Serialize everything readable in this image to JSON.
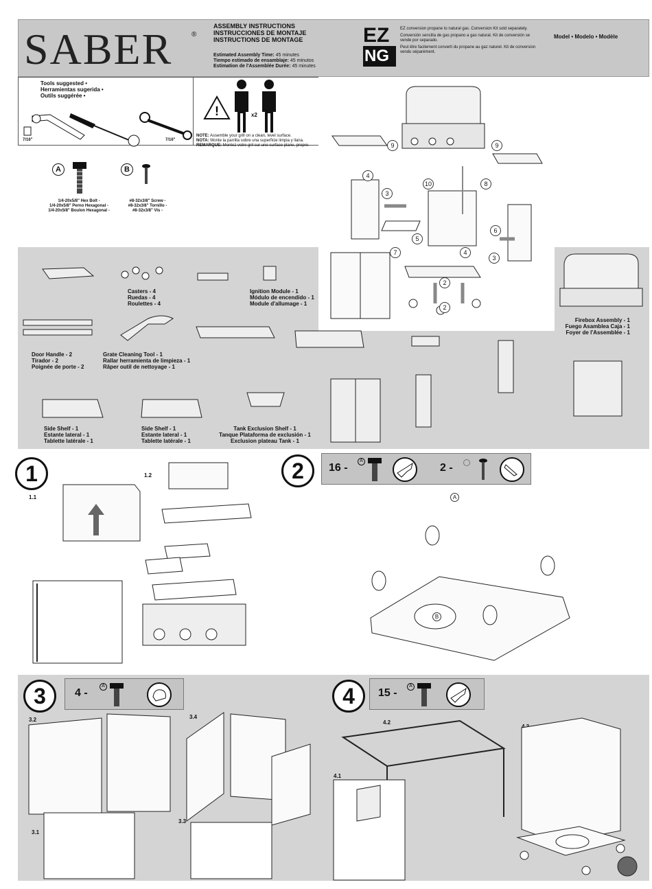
{
  "header": {
    "brand": "SABER",
    "registered_mark": "®",
    "title_lines": [
      "ASSEMBLY INSTRUCTIONS",
      "INSTRUCCIONES DE MONTAJE",
      "INSTRUCTIONS DE MONTAGE"
    ],
    "time_lines": [
      {
        "label": "Estimated Assembly Time:",
        "value": " 45 minutes"
      },
      {
        "label": "Tiempo estimado de ensamblaje:",
        "value": " 45 minutos"
      },
      {
        "label": "Estimation de l'Assemblée Durée:",
        "value": " 45 minutes"
      }
    ],
    "ez_logo_top": "EZ",
    "ez_logo_bottom": "NG",
    "conversion_notes": [
      "EZ conversion propane to natural gas. Conversion Kit sold separately.",
      "Conversión sencilla de gas propano a gas natural. Kit de conversión se vende por separado.",
      "Peut être facilement converti du propane au gaz naturel. Kit de conversion vendu séparément."
    ],
    "model_label": "Model • Modelo • Modèle"
  },
  "tools": {
    "lines": [
      "Tools suggested •",
      "Herramientas sugerida •",
      "Outils suggérée •"
    ],
    "socket_size": "7/16\"",
    "wrench_size": "7/16\""
  },
  "people_multiplier": "x2",
  "note": {
    "en_label": "NOTE:",
    "en": " Assemble your grill on a clean, level surface.",
    "es_label": "NOTA:",
    "es": " Monte la parrilla sobre una superficie limpia y llana.",
    "fr_label": "REMARQUE:",
    "fr": " Montez votre gril sur une surface plane, propre."
  },
  "hardware": {
    "a": {
      "letter": "A",
      "lines": [
        "1/4-20x5/8\" Hex Bolt -",
        "1/4-20x5/8\" Perno Hexagonal -",
        "1/4-20x5/8\" Boulon Hexagonal -"
      ]
    },
    "b": {
      "letter": "B",
      "lines": [
        "#8-32x3/8\" Screw -",
        "#8-32x3/8\" Tornillo -",
        "#8-32x3/8\" Vis -"
      ]
    }
  },
  "exploded_callouts": [
    "9",
    "9",
    "4",
    "10",
    "8",
    "3",
    "6",
    "5",
    "4",
    "3",
    "7",
    "2",
    "2"
  ],
  "parts": {
    "casters": [
      "Casters - 4",
      "Ruedas - 4",
      "Roulettes - 4"
    ],
    "ignition": [
      "Ignition Module - 1",
      "Módulo de encendido - 1",
      "Module d'allumage - 1"
    ],
    "firebox": [
      "Firebox Assembly - 1",
      "Fuego Asamblea Caja - 1",
      "Foyer de l'Assemblée - 1"
    ],
    "door_handle": [
      "Door Handle - 2",
      "Tirador - 2",
      "Poignée de porte - 2"
    ],
    "grate_tool": [
      "Grate Cleaning Tool - 1",
      "Rallar herramienta de limpieza - 1",
      "Râper outil de nettoyage - 1"
    ],
    "side_shelf_left": [
      "Side Shelf - 1",
      "Estante lateral - 1",
      "Tablette latérale - 1"
    ],
    "side_shelf_right": [
      "Side Shelf - 1",
      "Estante lateral - 1",
      "Tablette latérale - 1"
    ],
    "tank_shelf": [
      "Tank Exclusion Shelf - 1",
      "Tanque Plataforma de exclusión - 1",
      "Exclusion plateau Tank - 1"
    ]
  },
  "steps": {
    "s1": {
      "number": "1",
      "sub1": "1.1",
      "sub2": "1.2"
    },
    "s2": {
      "number": "2",
      "qty_a": "16 -",
      "letter_a": "A",
      "qty_b": "2 -",
      "callout_a": "A",
      "callout_b": "B"
    },
    "s3": {
      "number": "3",
      "qty": "4 -",
      "letter": "A",
      "sub1": "3.1",
      "sub2": "3.2",
      "sub3": "3.3",
      "sub4": "3.4"
    },
    "s4": {
      "number": "4",
      "qty": "15 -",
      "letter": "A",
      "sub1": "4.1",
      "sub2": "4.2",
      "sub3": "4.3"
    }
  },
  "colors": {
    "panel_gray": "#d4d4d4",
    "header_gray": "#c8c8c8",
    "ink": "#111111"
  }
}
